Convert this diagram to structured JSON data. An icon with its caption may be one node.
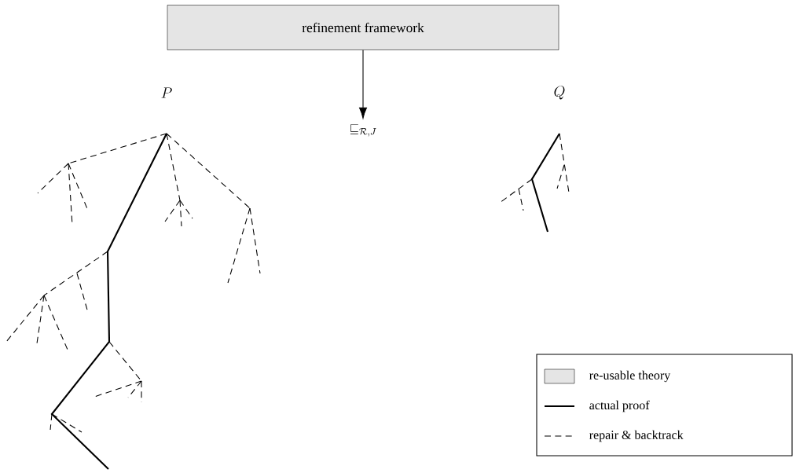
{
  "diagram": {
    "nodes": [
      {
        "text": [
          "refinement framework"
        ]
      },
      {
        "text": [
          "\\sqsubseteq_{\\mathcal{R},J}"
        ]
      }
    ],
    "edges": [
      {
        "from": 0,
        "to": 1,
        "arrow": "to"
      }
    ],
    "labels": [
      "P",
      "Q"
    ],
    "legend": [
      {
        "text": "re-usable theory",
        "color": "#e5e5e5"
      },
      {
        "text": "actual proof"
      },
      {
        "text": "repair & backtrack"
      }
    ]
  }
}
